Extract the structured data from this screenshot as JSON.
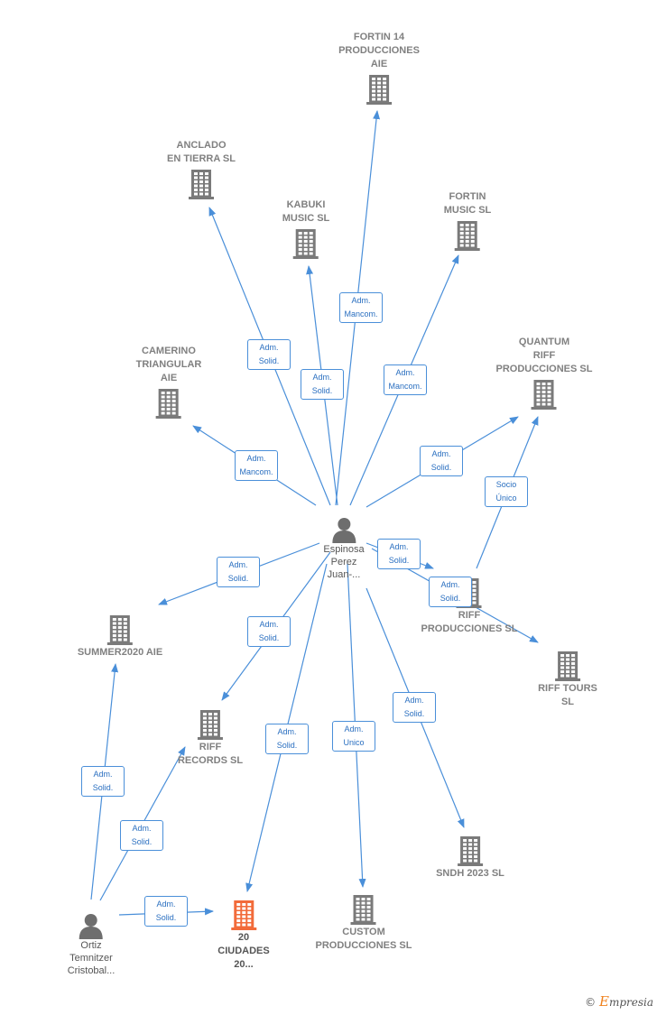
{
  "diagram": {
    "people": [
      {
        "id": "p1",
        "label": "Espinosa\nPerez\nJuan-..."
      },
      {
        "id": "p2",
        "label": "Ortiz\nTemnitzer\nCristobal..."
      }
    ],
    "companies": [
      {
        "id": "fortin14",
        "label": "FORTIN 14\nPRODUCCIONES\nAIE"
      },
      {
        "id": "anclado",
        "label": "ANCLADO\nEN TIERRA  SL"
      },
      {
        "id": "kabuki",
        "label": "KABUKI\nMUSIC  SL"
      },
      {
        "id": "fortinmusic",
        "label": "FORTIN\nMUSIC  SL"
      },
      {
        "id": "camerino",
        "label": "CAMERINO\nTRIANGULAR\nAIE"
      },
      {
        "id": "quantum",
        "label": "QUANTUM\nRIFF\nPRODUCCIONES SL"
      },
      {
        "id": "riffprod",
        "label": "RIFF\nPRODUCCIONES SL"
      },
      {
        "id": "rifftours",
        "label": "RIFF TOURS\nSL"
      },
      {
        "id": "summer",
        "label": "SUMMER2020 AIE"
      },
      {
        "id": "riffrecords",
        "label": "RIFF\nRECORDS  SL"
      },
      {
        "id": "sndh",
        "label": "SNDH 2023  SL"
      },
      {
        "id": "custom",
        "label": "CUSTOM\nPRODUCCIONES SL"
      },
      {
        "id": "ciudades",
        "label": "20\nCIUDADES\n20...",
        "highlight": true
      }
    ],
    "edges": [
      {
        "from": "p1",
        "to": "fortin14",
        "label": "Adm.\nMancom."
      },
      {
        "from": "p1",
        "to": "anclado",
        "label": "Adm.\nSolid."
      },
      {
        "from": "p1",
        "to": "kabuki",
        "label": "Adm.\nSolid."
      },
      {
        "from": "p1",
        "to": "fortinmusic",
        "label": "Adm.\nMancom."
      },
      {
        "from": "p1",
        "to": "camerino",
        "label": "Adm.\nMancom."
      },
      {
        "from": "p1",
        "to": "quantum",
        "label": "Adm.\nSolid."
      },
      {
        "from": "p1",
        "to": "riffprod",
        "label": "Adm.\nSolid."
      },
      {
        "from": "p1",
        "to": "rifftours",
        "label": "Adm.\nSolid."
      },
      {
        "from": "p1",
        "to": "summer",
        "label": "Adm.\nSolid."
      },
      {
        "from": "p1",
        "to": "riffrecords",
        "label": "Adm.\nSolid."
      },
      {
        "from": "p1",
        "to": "ciudades",
        "label": "Adm.\nSolid."
      },
      {
        "from": "p1",
        "to": "custom",
        "label": "Adm.\nUnico"
      },
      {
        "from": "p1",
        "to": "sndh",
        "label": "Adm.\nSolid."
      },
      {
        "from": "riffprod",
        "to": "quantum",
        "label": "Socio\nÚnico"
      },
      {
        "from": "p2",
        "to": "summer",
        "label": "Adm.\nSolid."
      },
      {
        "from": "p2",
        "to": "riffrecords",
        "label": "Adm.\nSolid."
      },
      {
        "from": "p2",
        "to": "ciudades",
        "label": "Adm.\nSolid."
      }
    ],
    "colors": {
      "edge": "#4a8fd9",
      "company_icon": "#7a7a7a",
      "highlight_icon": "#f26b3a",
      "person_icon": "#6e6e6e"
    }
  },
  "credit": {
    "symbol": "©",
    "brand_initial": "E",
    "brand_rest": "mpresia"
  }
}
